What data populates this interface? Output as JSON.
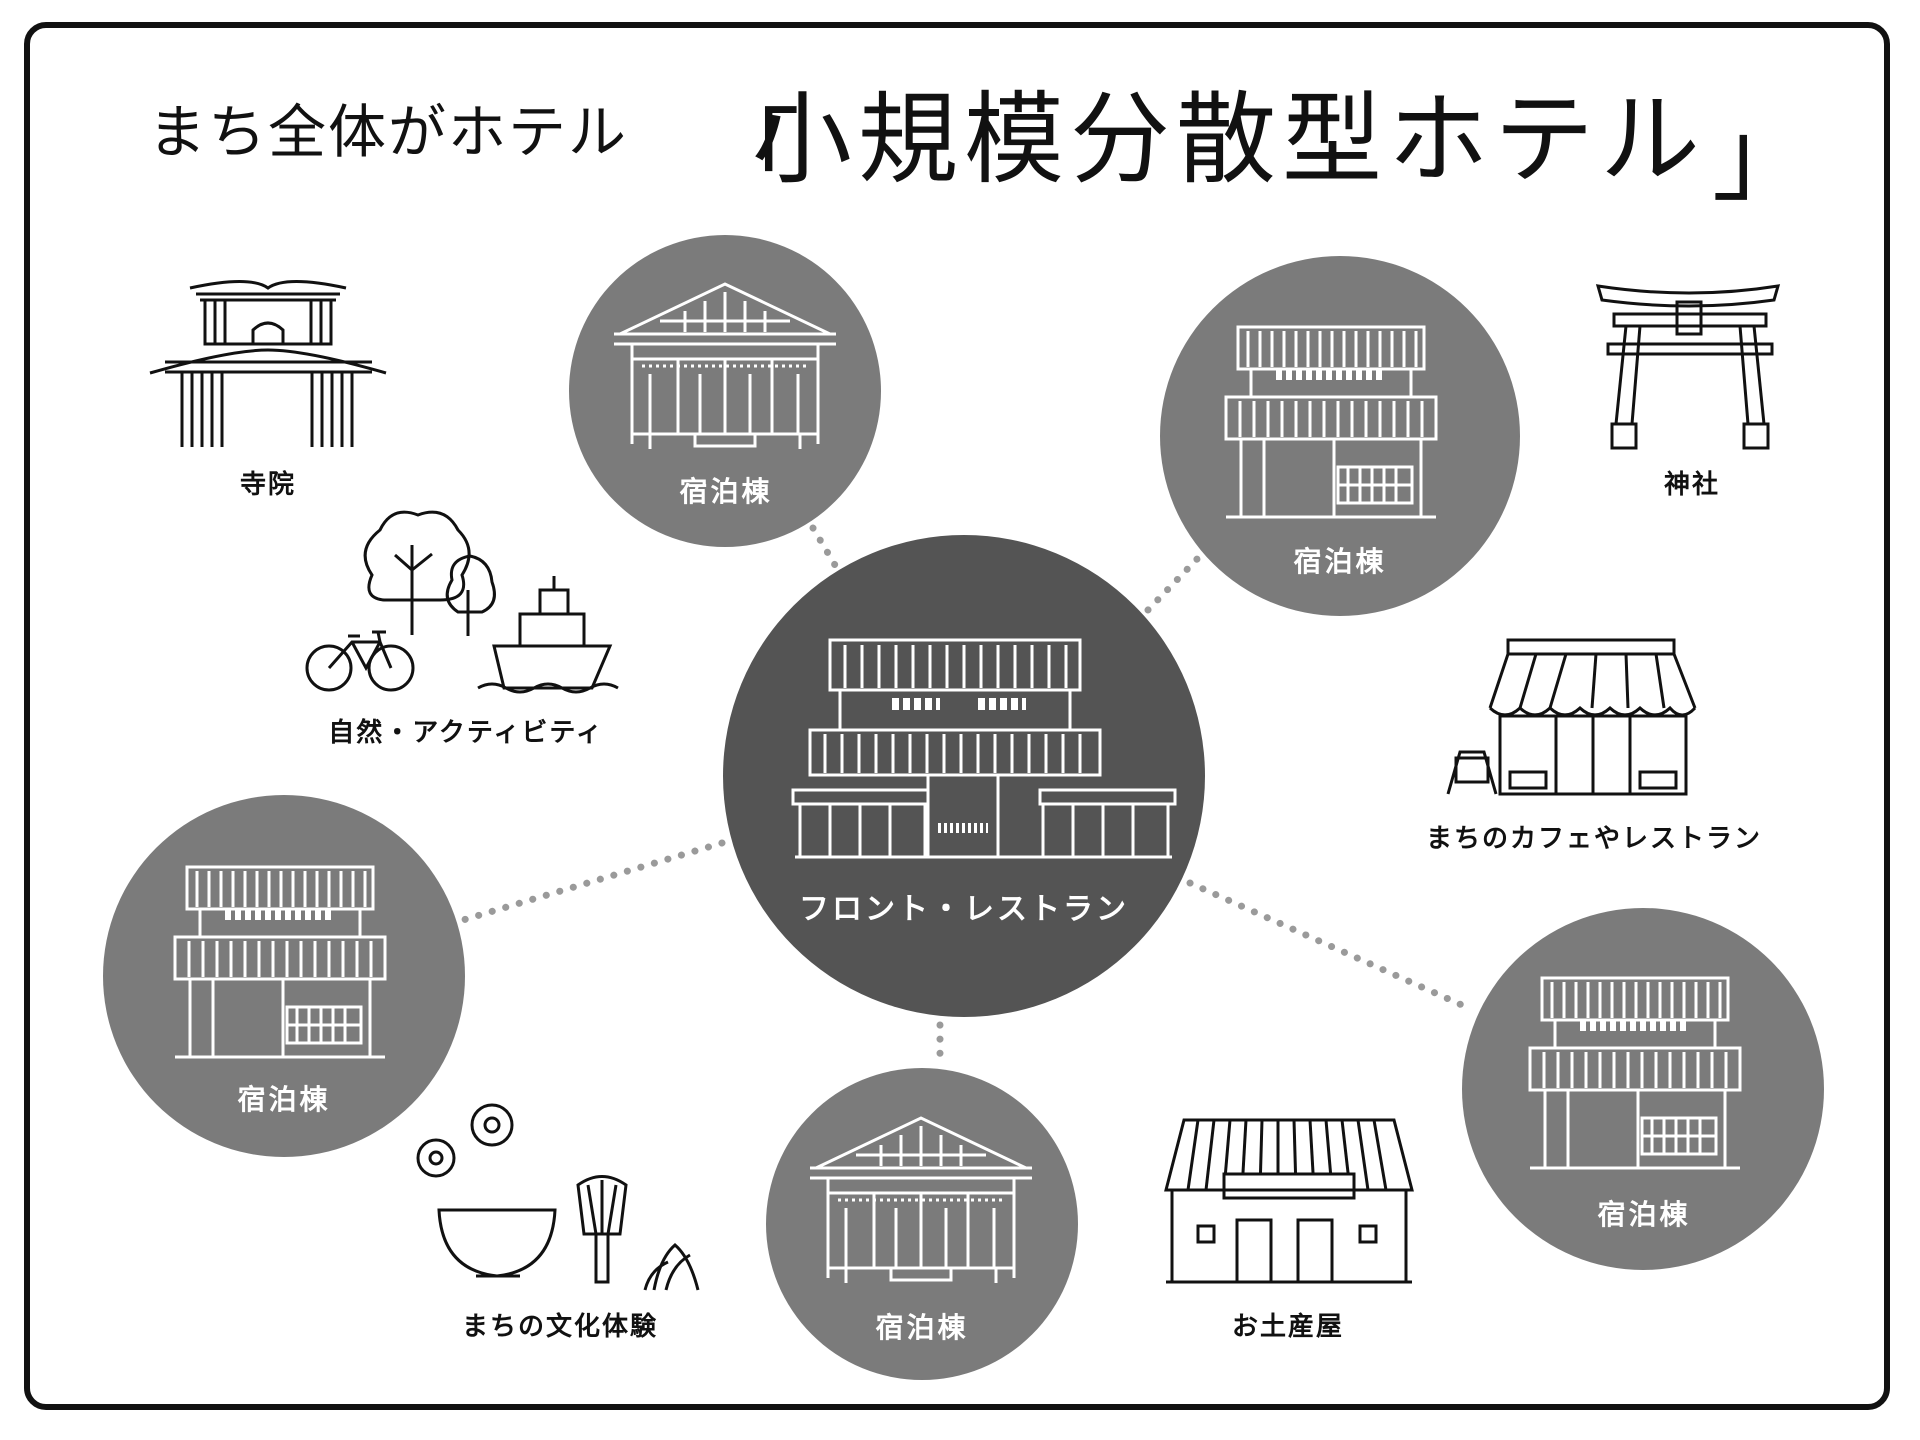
{
  "title": {
    "prefix": "まち全体がホテル",
    "open_bracket": "「",
    "main": "小規模分散型ホテル",
    "close_bracket": "」"
  },
  "center": {
    "label": "フロント・レストラン"
  },
  "lodgings": [
    {
      "label": "宿泊棟"
    },
    {
      "label": "宿泊棟"
    },
    {
      "label": "宿泊棟"
    },
    {
      "label": "宿泊棟"
    },
    {
      "label": "宿泊棟"
    }
  ],
  "attractions": {
    "temple": "寺院",
    "shrine": "神社",
    "nature": "自然・アクティビティ",
    "cafe": "まちのカフェやレストラン",
    "culture": "まちの文化体験",
    "souvenir": "お土産屋"
  },
  "colors": {
    "lodging_circle": "#7b7b7b",
    "center_circle": "#545454",
    "line": "#111111",
    "dots": "#9a9a9a"
  }
}
